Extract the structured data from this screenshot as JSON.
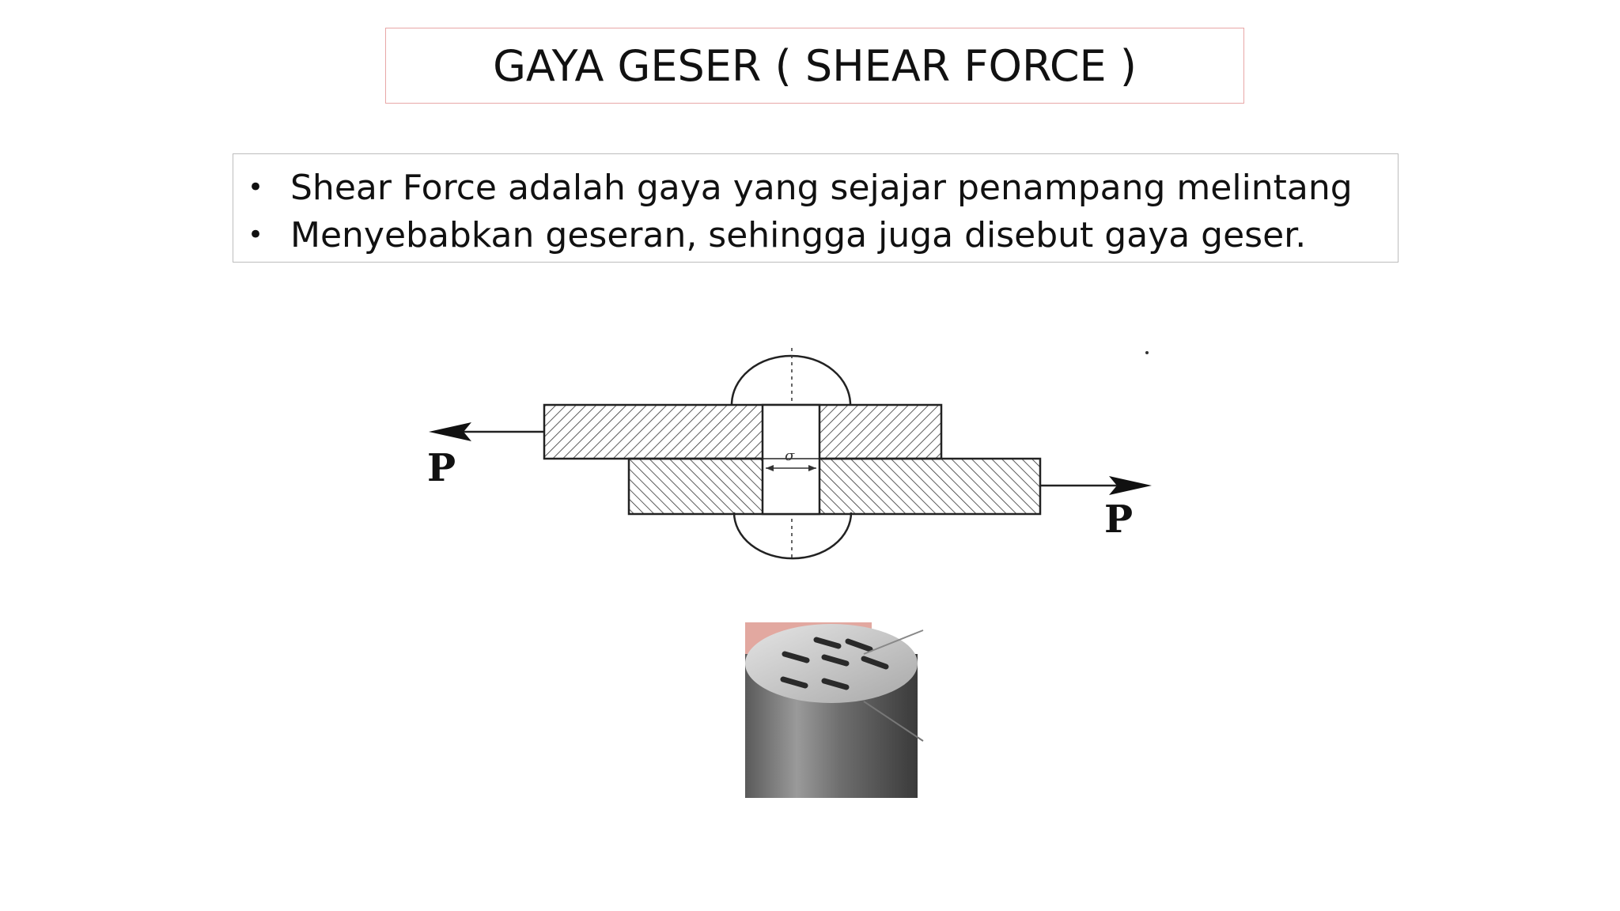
{
  "slide": {
    "title": "GAYA GESER ( SHEAR FORCE )",
    "bullets": [
      "Shear  Force adalah gaya yang sejajar penampang melintang",
      "Menyebabkan geseran, sehingga juga disebut  gaya geser."
    ]
  },
  "diagram": {
    "left_force_label": "P",
    "right_force_label": "P",
    "stress_symbol": "σ"
  }
}
